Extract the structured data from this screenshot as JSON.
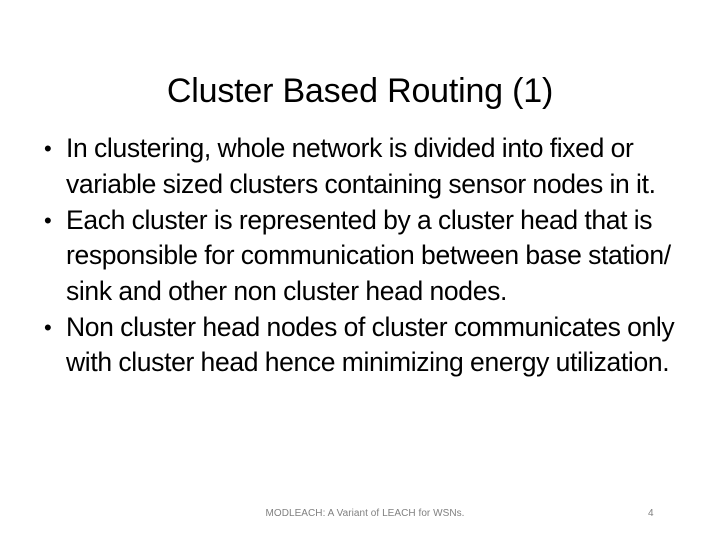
{
  "slide": {
    "title": "Cluster Based Routing (1)",
    "background_color": "#FFFFFF",
    "title_color": "#000000",
    "body_color": "#000000",
    "footer_color": "#808080",
    "bullet_glyph": "•",
    "bullets": [
      {
        "marker": "•",
        "text": "In clustering, whole network is divided into fixed or variable sized clusters containing sensor nodes in it."
      },
      {
        "marker": "•",
        "text": "Each cluster is represented by a cluster head that is responsible for communication between base station/ sink and other non cluster head nodes."
      },
      {
        "marker": "•",
        "text": "Non cluster head nodes of cluster communicates only with cluster head hence minimizing energy utilization."
      }
    ],
    "footer": {
      "text": "MODLEACH: A Variant of LEACH for WSNs.",
      "page_number": "4"
    }
  }
}
